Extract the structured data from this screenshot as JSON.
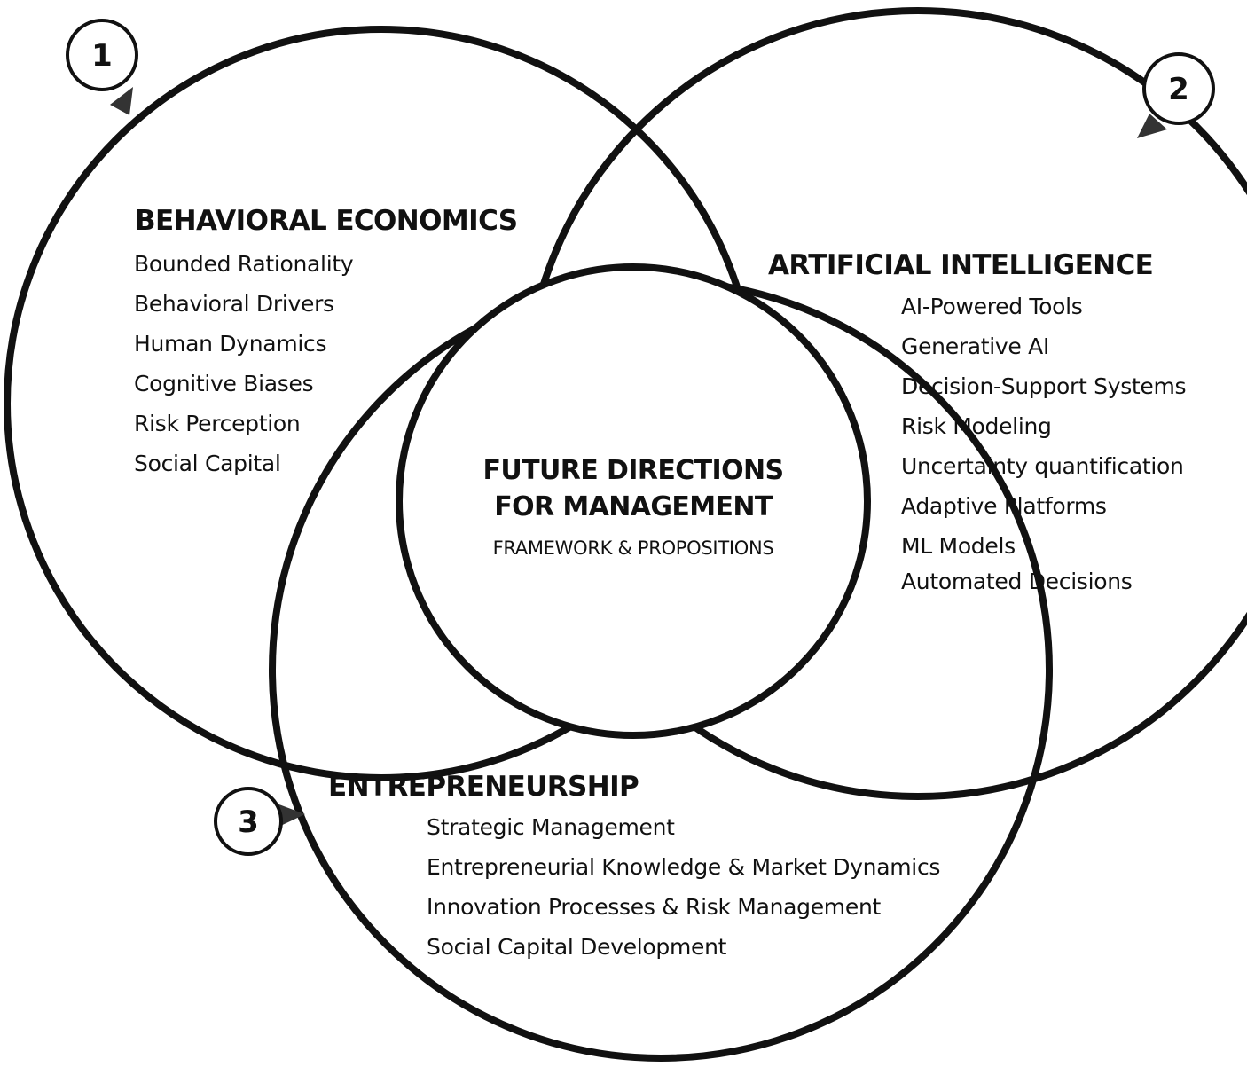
{
  "diagram": {
    "center": {
      "title_line1": "FUTURE DIRECTIONS",
      "title_line2": "FOR MANAGEMENT",
      "subtitle": "FRAMEWORK & PROPOSITIONS"
    },
    "sections": [
      {
        "number": "1",
        "heading": "BEHAVIORAL ECONOMICS",
        "items": [
          "Bounded Rationality",
          "Behavioral Drivers",
          "Human Dynamics",
          "Cognitive Biases",
          "Risk Perception",
          "Social Capital"
        ]
      },
      {
        "number": "2",
        "heading": "ARTIFICIAL INTELLIGENCE",
        "items": [
          "AI-Powered Tools",
          "Generative AI",
          "Decision-Support Systems",
          "Risk Modeling",
          "Uncertainty quantification",
          "Adaptive Platforms",
          "ML Models",
          "Automated Decisions"
        ]
      },
      {
        "number": "3",
        "heading": "ENTREPRENEURSHIP",
        "items": [
          "Strategic Management",
          "Entrepreneurial Knowledge & Market Dynamics",
          "Innovation Processes & Risk Management",
          "Social Capital Development"
        ]
      }
    ],
    "colors": {
      "stroke": "#111111",
      "background": "#ffffff"
    }
  }
}
